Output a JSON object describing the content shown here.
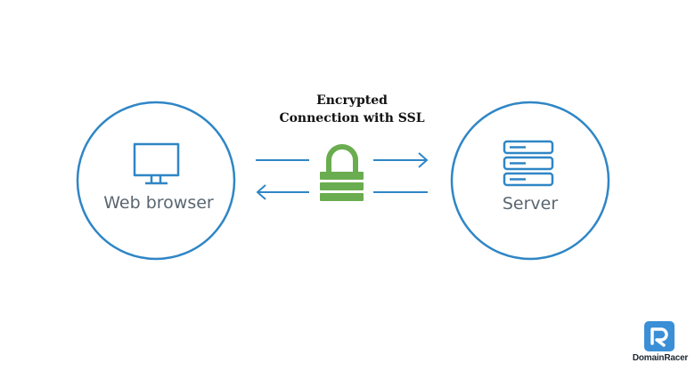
{
  "title": {
    "line1": "Encrypted",
    "line2": "Connection with SSL"
  },
  "nodes": {
    "browser": {
      "label": "Web browser",
      "icon": "monitor-icon"
    },
    "server": {
      "label": "Server",
      "icon": "server-icon"
    }
  },
  "connection": {
    "icon": "padlock-icon",
    "arrows": [
      "to-server",
      "to-browser"
    ]
  },
  "colors": {
    "circle": "#2f86c6",
    "icon": "#2f86c6",
    "lock": "#6aad50",
    "label": "#5a6670",
    "title": "#111111",
    "logo": "#3a8fd6"
  },
  "logo": {
    "brand": "DomainRacer",
    "icon": "domainracer-logo-icon"
  }
}
